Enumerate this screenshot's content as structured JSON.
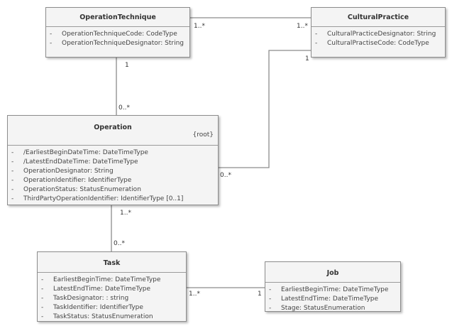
{
  "classes": {
    "operation_technique": {
      "name": "OperationTechnique",
      "attributes": [
        {
          "vis": "-",
          "text": "OperationTechniqueCode: CodeType"
        },
        {
          "vis": "-",
          "text": "OperationTechniqueDesignator: String"
        }
      ]
    },
    "cultural_practice": {
      "name": "CulturalPractice",
      "attributes": [
        {
          "vis": "-",
          "text": "CulturalPracticeDesignator: String"
        },
        {
          "vis": "-",
          "text": "CulturalPractiseCode: CodeType"
        }
      ]
    },
    "operation": {
      "name": "Operation",
      "stereotype": "{root}",
      "attributes": [
        {
          "vis": "-",
          "text": "/EarliestBeginDateTime: DateTimeType"
        },
        {
          "vis": "-",
          "text": "/LatestEndDateTime: DateTimeType"
        },
        {
          "vis": "-",
          "text": "OperationDesignator: String"
        },
        {
          "vis": "-",
          "text": "OperationIdentifier: IdentifierType"
        },
        {
          "vis": "-",
          "text": "OperationStatus: StatusEnumeration"
        },
        {
          "vis": "-",
          "text": "ThirdPartyOperationIdentifier: IdentifierType [0..1]"
        }
      ]
    },
    "task": {
      "name": "Task",
      "attributes": [
        {
          "vis": "-",
          "text": "EarliestBeginTime: DateTimeType"
        },
        {
          "vis": "-",
          "text": "LatestEndTime: DateTimeType"
        },
        {
          "vis": "-",
          "text": "TaskDesignator: : string"
        },
        {
          "vis": "-",
          "text": "TaskIdentifier: IdentifierType"
        },
        {
          "vis": "-",
          "text": "TaskStatus: StatusEnumeration"
        }
      ]
    },
    "job": {
      "name": "Job",
      "attributes": [
        {
          "vis": "-",
          "text": "EarliestBeginTime: DateTimeType"
        },
        {
          "vis": "-",
          "text": "LatestEndTime: DateTimeType"
        },
        {
          "vis": "-",
          "text": "Stage: StatusEnumeration"
        }
      ]
    }
  },
  "associations": [
    {
      "from": "operation_technique",
      "to": "cultural_practice",
      "from_mult": "1..*",
      "to_mult": "1..*"
    },
    {
      "from": "operation_technique",
      "to": "operation",
      "from_mult": "1",
      "to_mult": "0..*"
    },
    {
      "from": "cultural_practice",
      "to": "operation",
      "from_mult": "1",
      "to_mult": "0..*"
    },
    {
      "from": "operation",
      "to": "task",
      "from_mult": "1..*",
      "to_mult": "0..*"
    },
    {
      "from": "task",
      "to": "job",
      "from_mult": "1..*",
      "to_mult": "1"
    }
  ],
  "colors": {
    "line": "#8c8c8c",
    "box_fill": "#f4f4f4",
    "box_border": "#8c8c8c"
  }
}
